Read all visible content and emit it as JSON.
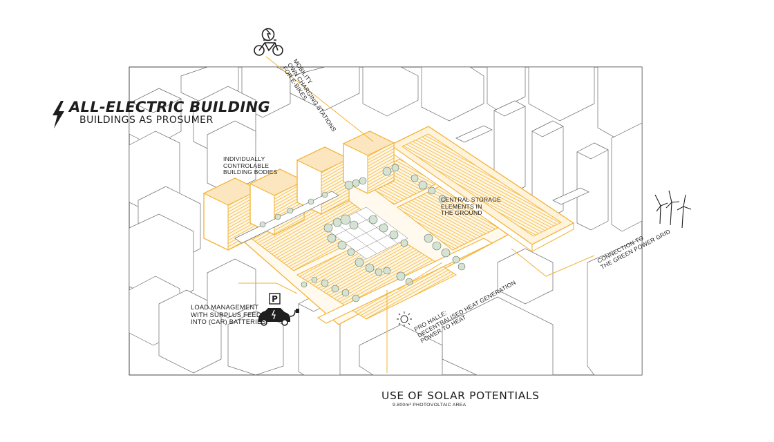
{
  "diagram": {
    "title": "ALL-ELECTRIC BUILDING",
    "subtitle": "BUILDINGS AS PROSUMER",
    "labels": {
      "mobility": [
        "MOBILITY",
        "OWN CHARGING STATIONS",
        "FOR E-BIKES"
      ],
      "building_bodies": [
        "INDIVIDUALLY",
        "CONTROLABLE",
        "BUILDING BODIES"
      ],
      "storage": [
        "CENTRAL STORAGE",
        "ELEMENTS IN",
        "THE GROUND"
      ],
      "grid": [
        "CONNECTION TO",
        "THE GREEN POWER GRID"
      ],
      "load": [
        "LOAD MANAGEMENT",
        "WITH SURPLUS FEED",
        "INTO (CAR) BATTERIES"
      ],
      "halle": [
        "PRO HALLE:",
        "DECENTRALISED HEAT GENERATION",
        "POWER TO HEAT"
      ],
      "solar_title": "USE OF SOLAR POTENTIALS",
      "solar_area": "9.800m² PHOTOVOLTAIC AREA",
      "parking_sign": "P"
    },
    "icons": [
      "lightning-bolt-icon",
      "e-bike-icon",
      "wind-turbines-icon",
      "electric-car-icon",
      "parking-sign-icon",
      "heat-sun-icon"
    ],
    "colors": {
      "accent": "#f2b233",
      "accent_light": "#fbe3b3",
      "line": "#5a5a5a",
      "tree": "#d5e3d4",
      "text": "#1e1e1e"
    }
  }
}
